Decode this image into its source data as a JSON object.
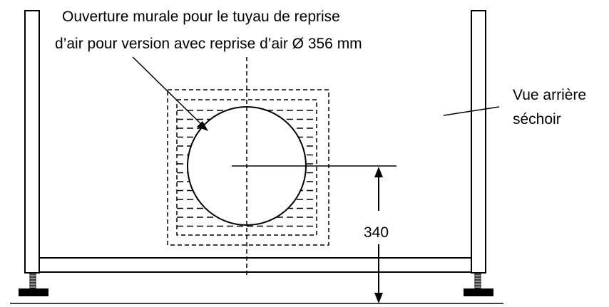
{
  "labels": {
    "opening_line1": "Ouverture murale pour le tuyau de reprise",
    "opening_line2": "d’air pour version avec reprise d’air Ø 356 mm",
    "view_line1": "Vue arrière",
    "view_line2": "séchoir",
    "dimension": "340"
  },
  "colors": {
    "stroke": "#000000",
    "background": "#ffffff"
  }
}
